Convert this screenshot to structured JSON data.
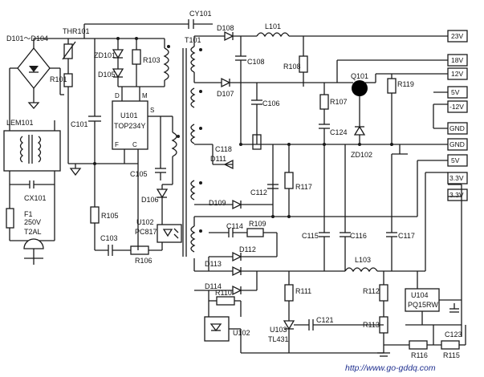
{
  "components": {
    "d101_d104": "D101～D104",
    "thr101": "THR101",
    "r101": "R101",
    "lem101": "LEM101",
    "cx101": "CX101",
    "f1": "F1",
    "f1_rating": "250V",
    "f1_type": "T2AL",
    "zd101": "ZD101",
    "d105": "D105",
    "r103": "R103",
    "u101": "U101",
    "u101_part": "TOP234Y",
    "pin_d": "D",
    "pin_m": "M",
    "pin_s": "S",
    "pin_f": "F",
    "pin_c": "C",
    "c101": "C101",
    "c105": "C105",
    "d106": "D106",
    "r105": "R105",
    "c103": "C103",
    "r106": "R106",
    "u102": "U102",
    "u102_part": "PC817",
    "u102_b": "U102",
    "cy101": "CY101",
    "t101": "T101",
    "d108": "D108",
    "l101": "L101",
    "c108": "C108",
    "r108": "R108",
    "d107": "D107",
    "c106": "C106",
    "r107": "R107",
    "q101": "Q101",
    "r119": "R119",
    "c124": "C124",
    "zd102": "ZD102",
    "c118": "C118",
    "d111": "D111",
    "c112": "C112",
    "r117": "R117",
    "d109": "D109",
    "c114": "C114",
    "r109": "R109",
    "c115": "C115",
    "c116": "C116",
    "c117": "C117",
    "d112": "D112",
    "d113": "D113",
    "l103": "L103",
    "d114": "D114",
    "r110": "R110",
    "r111": "R111",
    "r112": "R112",
    "u104": "U104",
    "u104_part": "PQ15RW",
    "c121": "C121",
    "r113": "R113",
    "u103": "U103",
    "u103_part": "TL431",
    "r116": "R116",
    "r115": "R115",
    "c123": "C123"
  },
  "outputs": [
    "23V",
    "18V",
    "12V",
    "5V",
    "-12V",
    "GND",
    "GND",
    "5V",
    "3.3V",
    "3.3V"
  ],
  "watermark": "http://www.go-gddq.com"
}
